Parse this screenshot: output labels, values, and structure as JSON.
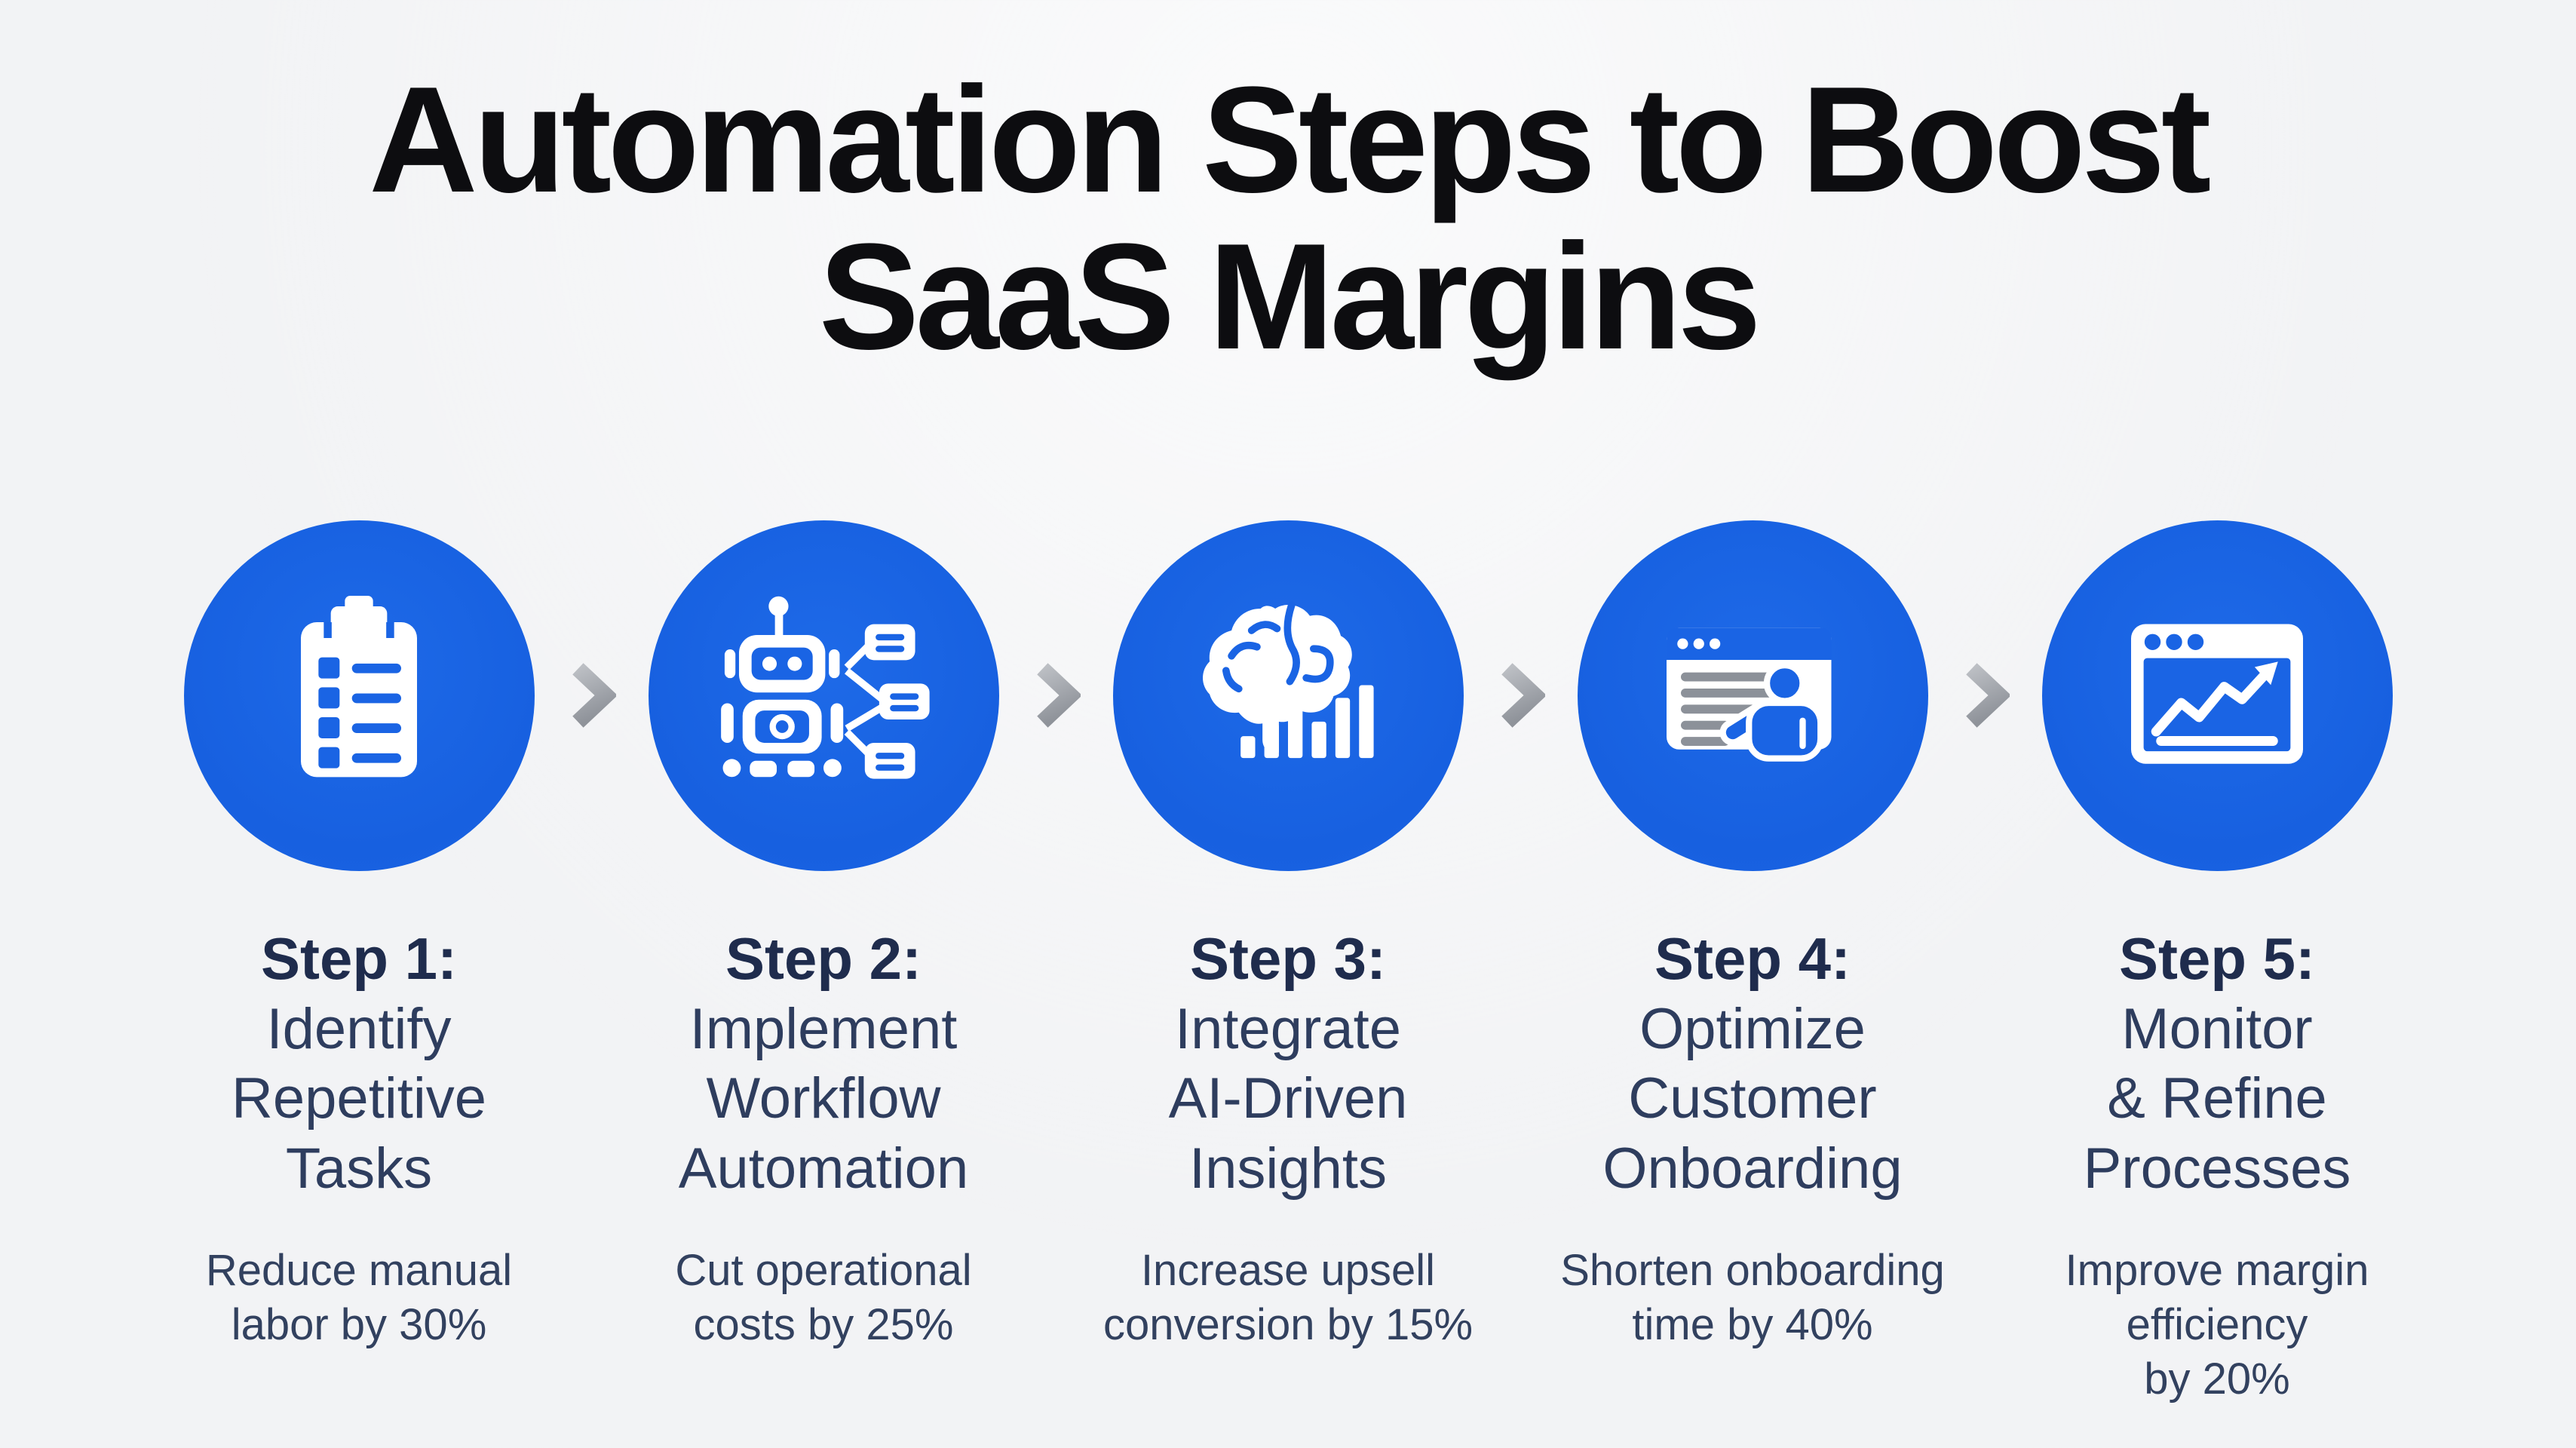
{
  "title": "Automation Steps to Boost\nSaaS Margins",
  "colors": {
    "background": "#F2F3F5",
    "circle_blue": "#1A64E4",
    "icon_blue": "#1A64E4",
    "title_black": "#0D0D10",
    "step_label_navy": "#1F2C4D",
    "step_title_navy": "#2E3D5E",
    "desc_navy": "#32415F",
    "arrow_gray_light": "#BCBFC4",
    "arrow_gray_dark": "#8F939A",
    "window_line_gray": "#8C9199"
  },
  "steps": [
    {
      "label": "Step 1:",
      "title": "Identify\nRepetitive\nTasks",
      "description": "Reduce manual\nlabor by 30%",
      "icon": "clipboard-checklist-icon"
    },
    {
      "label": "Step 2:",
      "title": "Implement\nWorkflow\nAutomation",
      "description": "Cut operational\ncosts by 25%",
      "icon": "robot-workflow-icon"
    },
    {
      "label": "Step 3:",
      "title": "Integrate\nAI-Driven\nInsights",
      "description": "Increase upsell\nconversion by 15%",
      "icon": "brain-analytics-icon"
    },
    {
      "label": "Step 4:",
      "title": "Optimize\nCustomer\nOnboarding",
      "description": "Shorten onboarding\ntime by 40%",
      "icon": "onboarding-screen-icon"
    },
    {
      "label": "Step 5:",
      "title": "Monitor\n& Refine\nProcesses",
      "description": "Improve margin\nefficiency\nby 20%",
      "icon": "growth-chart-window-icon"
    }
  ],
  "arrows": {
    "glyph": "chevron-right",
    "count": 4
  }
}
